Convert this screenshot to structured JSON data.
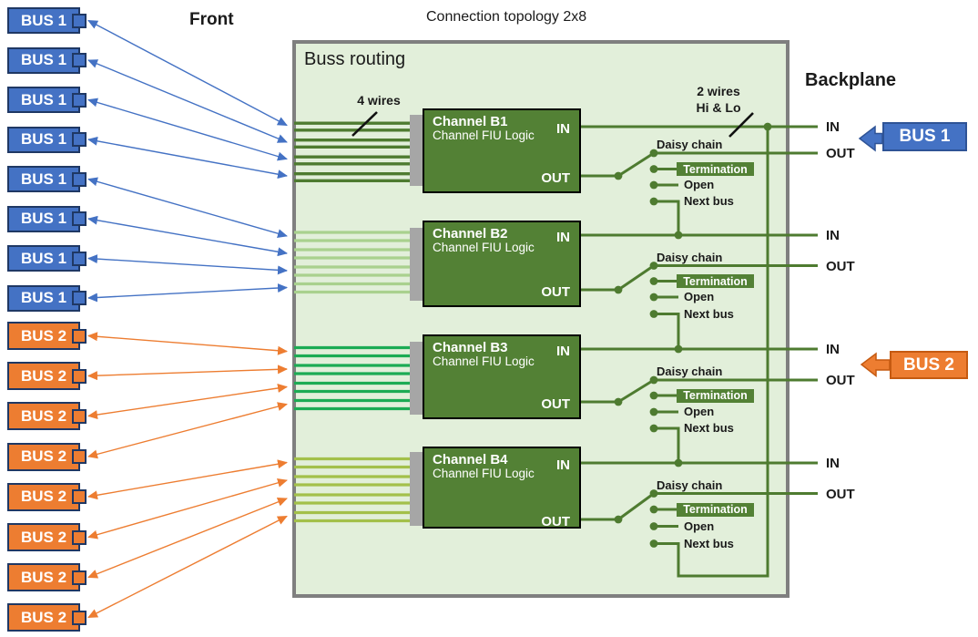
{
  "page": {
    "title": "Connection topology 2x8",
    "front_label": "Front",
    "backplane_label": "Backplane"
  },
  "routing_box": {
    "label": "Buss routing",
    "wires4_label": "4 wires",
    "wires2_label": "2 wires",
    "wires2_sublabel": "Hi & Lo"
  },
  "front_buses": {
    "bus1_label": "BUS 1",
    "bus2_label": "BUS 2",
    "bus1_count": 8,
    "bus2_count": 8
  },
  "channels": [
    {
      "name": "Channel B1",
      "subtitle": "Channel FIU Logic",
      "in_label": "IN",
      "out_label": "OUT",
      "daisy_chain_label": "Daisy chain",
      "termination_label": "Termination",
      "open_label": "Open",
      "next_bus_label": "Next bus"
    },
    {
      "name": "Channel B2",
      "subtitle": "Channel FIU Logic",
      "in_label": "IN",
      "out_label": "OUT",
      "daisy_chain_label": "Daisy chain",
      "termination_label": "Termination",
      "open_label": "Open",
      "next_bus_label": "Next bus"
    },
    {
      "name": "Channel B3",
      "subtitle": "Channel FIU Logic",
      "in_label": "IN",
      "out_label": "OUT",
      "daisy_chain_label": "Daisy chain",
      "termination_label": "Termination",
      "open_label": "Open",
      "next_bus_label": "Next bus"
    },
    {
      "name": "Channel B4",
      "subtitle": "Channel FIU Logic",
      "in_label": "IN",
      "out_label": "OUT",
      "daisy_chain_label": "Daisy chain",
      "termination_label": "Termination",
      "open_label": "Open",
      "next_bus_label": "Next bus"
    }
  ],
  "backplane": {
    "label": "Backplane",
    "bus1_label": "BUS 1",
    "bus2_label": "BUS 2",
    "ports": [
      {
        "in_label": "IN",
        "out_label": "OUT"
      },
      {
        "in_label": "IN",
        "out_label": "OUT"
      },
      {
        "in_label": "IN",
        "out_label": "OUT"
      },
      {
        "in_label": "IN",
        "out_label": "OUT"
      }
    ]
  },
  "colors": {
    "bus1_blue": "#4472c4",
    "bus2_orange": "#ed7d31",
    "navy_border": "#1f3864",
    "routing_box_fill": "#e2efda",
    "routing_box_border": "#7f7f7f",
    "channel_green": "#538135",
    "circuit_green": "#4e7b30",
    "wires_b1": "#4e7b30",
    "wires_b2": "#a9d18e",
    "wires_b3": "#1cab54",
    "wires_b4": "#a3c04a"
  }
}
